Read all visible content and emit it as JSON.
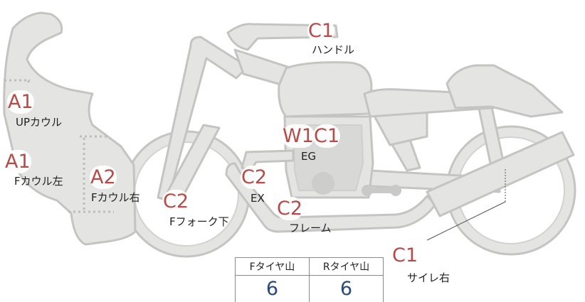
{
  "grades": {
    "handle": "C1",
    "up_cowl": "A1",
    "f_cowl_left": "A1",
    "f_cowl_right": "A2",
    "f_fork_lower": "C2",
    "exhaust": "C2",
    "engine_w": "W1",
    "engine_c": "C1",
    "frame": "C2",
    "silencer_right": "C1"
  },
  "labels": {
    "handle": "ハンドル",
    "up_cowl": "UPカウル",
    "f_cowl_left": "Fカウル左",
    "f_cowl_right": "Fカウル右",
    "f_fork_lower": "Fフォーク下",
    "exhaust": "EX",
    "engine": "EG",
    "frame": "フレーム",
    "silencer_right": "サイレ右"
  },
  "tread_table": {
    "headers": [
      "Fタイヤ山",
      "Rタイヤ山"
    ],
    "values": [
      "6",
      "6"
    ]
  },
  "colors": {
    "grade_text": "#b94a48",
    "tread_value": "#2a4a7a",
    "part_fill": "#e4e4e2",
    "part_stroke": "#c4c4c2",
    "dotted_line": "#bdbdbd"
  }
}
